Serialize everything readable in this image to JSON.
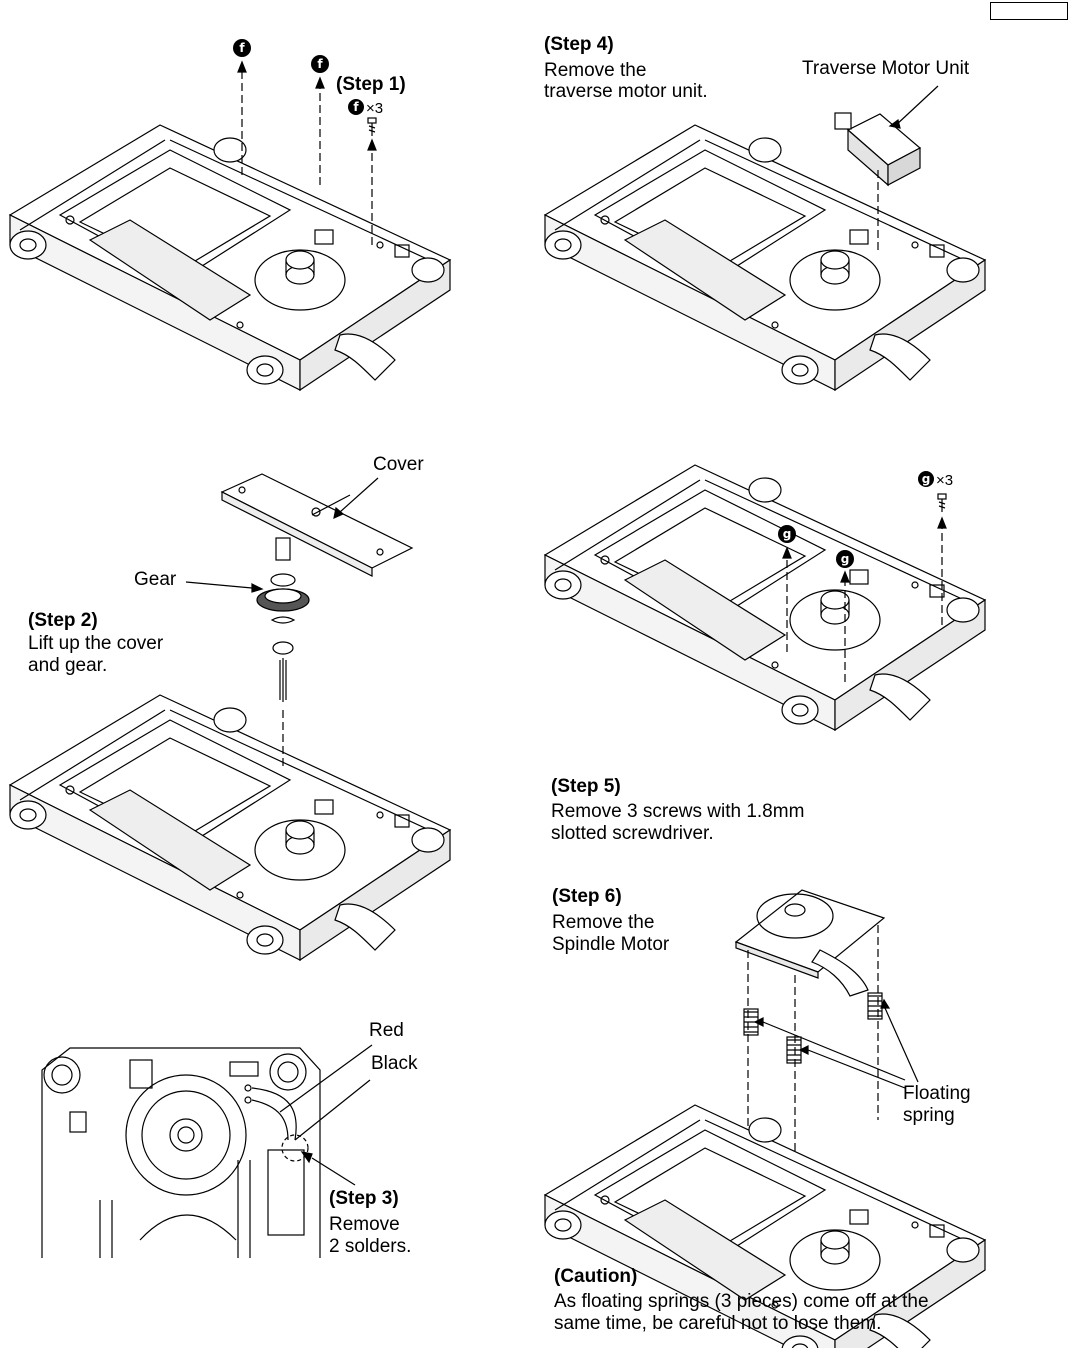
{
  "page_number_box": "",
  "steps": {
    "step1": {
      "heading": "(Step 1)",
      "screw_letter": "f",
      "screw_count": "×3"
    },
    "step2": {
      "heading": "(Step 2)",
      "line1": "Lift up the cover",
      "line2": "and gear.",
      "label_cover": "Cover",
      "label_gear": "Gear"
    },
    "step3": {
      "heading": "(Step 3)",
      "line1": "Remove",
      "line2": "2 solders.",
      "label_red": "Red",
      "label_black": "Black"
    },
    "step4": {
      "heading": "(Step 4)",
      "line1": "Remove the",
      "line2": "traverse motor unit.",
      "label_unit": "Traverse Motor Unit"
    },
    "step5": {
      "heading": "(Step 5)",
      "line1": "Remove 3 screws with 1.8mm",
      "line2": "slotted screwdriver.",
      "screw_letter": "g",
      "screw_count": "×3"
    },
    "step6": {
      "heading": "(Step 6)",
      "line1": "Remove the",
      "line2": "Spindle Motor",
      "label_spring_1": "Floating",
      "label_spring_2": "spring"
    },
    "caution": {
      "heading": "(Caution)",
      "line1": "As floating springs (3 pieces) come off at the",
      "line2": "same time, be careful not to lose them."
    }
  }
}
